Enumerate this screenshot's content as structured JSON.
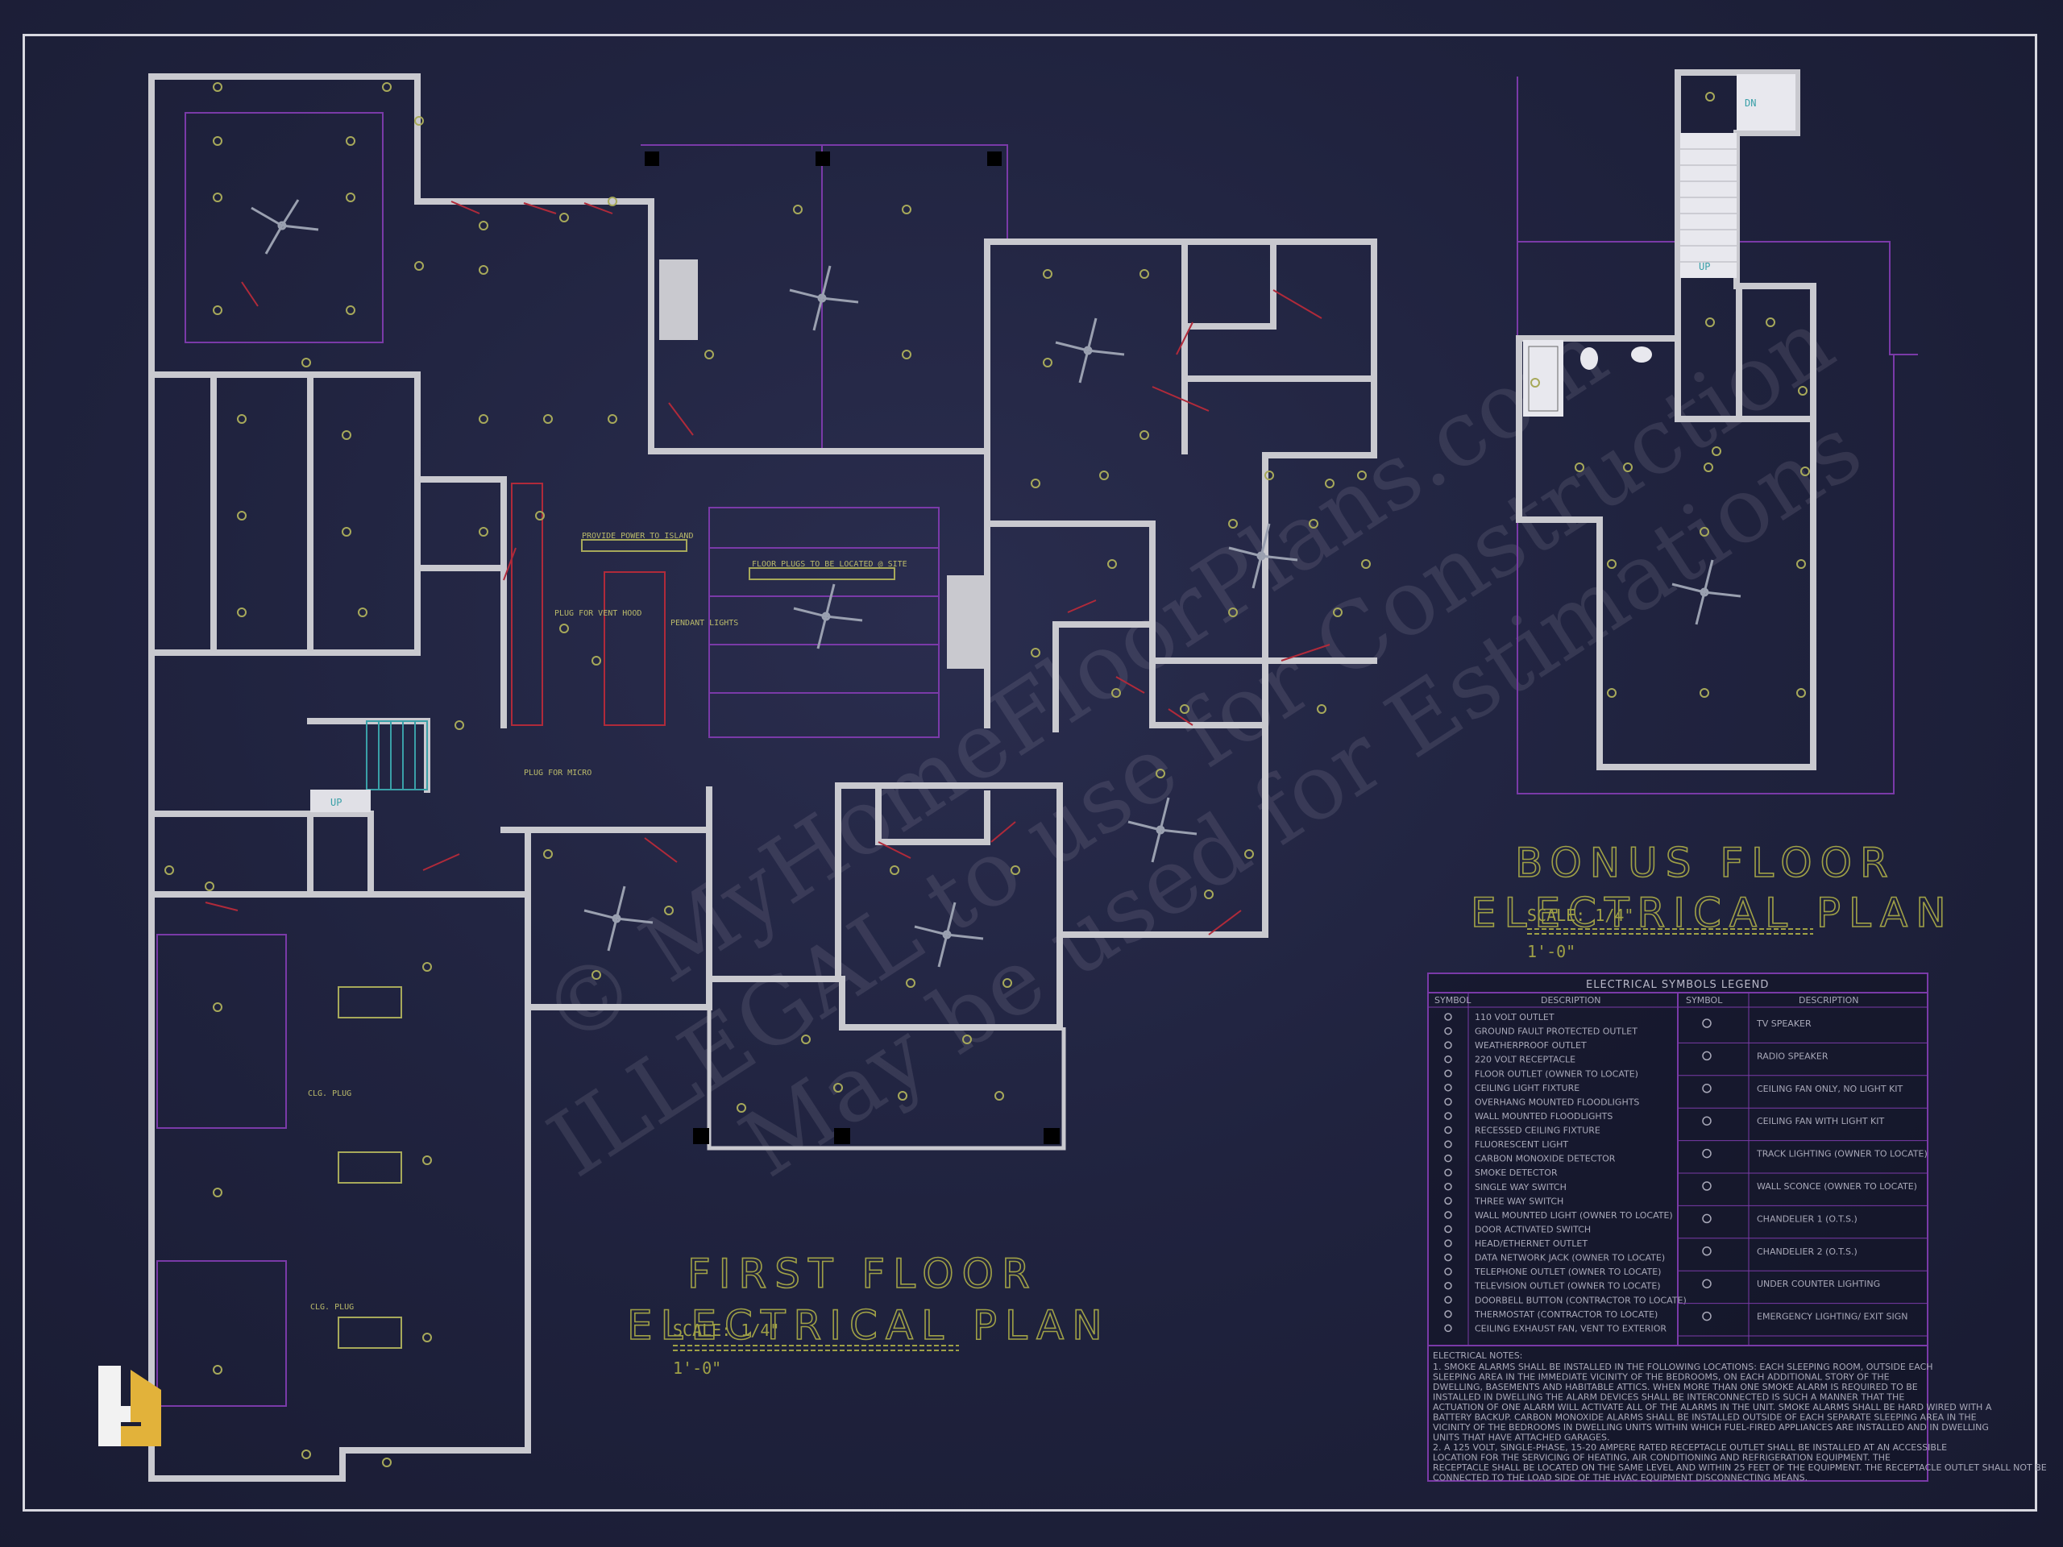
{
  "plans": {
    "first_floor": {
      "title_line1": "FIRST FLOOR",
      "title_line2": "ELECTRICAL PLAN",
      "scale_line1": "SCALE: 1/4\"",
      "scale_line2": "1'-0\""
    },
    "bonus_floor": {
      "title_line1": "BONUS FLOOR",
      "title_line2": "ELECTRICAL PLAN",
      "scale_line1": "SCALE: 1/4\"",
      "scale_line2": "1'-0\""
    }
  },
  "watermark": {
    "line1": "© MyHomeFloorPlans.com",
    "line2": "ILLEGAL to use for Construction",
    "line3": "May be used for Estimations"
  },
  "annotations": {
    "provide_power": "PROVIDE POWER TO ISLAND",
    "floor_plugs": "FLOOR PLUGS TO BE LOCATED @ SITE",
    "plug_vent_hood": "PLUG FOR VENT HOOD",
    "pendant_lights": "PENDANT LIGHTS",
    "plug_micro": "PLUG FOR MICRO",
    "clg_plug_1": "CLG. PLUG",
    "clg_plug_2": "CLG. PLUG",
    "stair_up": "UP",
    "stair_dn": "DN",
    "stair_up_bonus": "UP"
  },
  "legend": {
    "title": "ELECTRICAL SYMBOLS LEGEND",
    "col_symbol": "SYMBOL",
    "col_description": "DESCRIPTION",
    "left_items": [
      "110 VOLT OUTLET",
      "GROUND FAULT PROTECTED OUTLET",
      "WEATHERPROOF OUTLET",
      "220 VOLT RECEPTACLE",
      "FLOOR OUTLET (OWNER TO LOCATE)",
      "CEILING LIGHT FIXTURE",
      "OVERHANG MOUNTED FLOODLIGHTS",
      "WALL MOUNTED FLOODLIGHTS",
      "RECESSED CEILING FIXTURE",
      "FLUORESCENT LIGHT",
      "CARBON MONOXIDE DETECTOR",
      "SMOKE DETECTOR",
      "SINGLE WAY SWITCH",
      "THREE WAY SWITCH",
      "WALL MOUNTED LIGHT (OWNER TO LOCATE)",
      "DOOR ACTIVATED SWITCH",
      "HEAD/ETHERNET OUTLET",
      "DATA NETWORK JACK (OWNER TO LOCATE)",
      "TELEPHONE OUTLET (OWNER TO LOCATE)",
      "TELEVISION OUTLET (OWNER TO LOCATE)",
      "DOORBELL BUTTON (CONTRACTOR TO LOCATE)",
      "THERMOSTAT (CONTRACTOR TO LOCATE)",
      "CEILING EXHAUST FAN, VENT TO EXTERIOR"
    ],
    "right_items": [
      "TV SPEAKER",
      "RADIO SPEAKER",
      "CEILING FAN ONLY, NO LIGHT KIT",
      "CEILING FAN WITH LIGHT KIT",
      "TRACK LIGHTING (OWNER TO LOCATE)",
      "WALL SCONCE (OWNER TO LOCATE)",
      "CHANDELIER 1 (O.T.S.)",
      "CHANDELIER 2 (O.T.S.)",
      "UNDER COUNTER LIGHTING",
      "EMERGENCY LIGHTING/ EXIT SIGN"
    ]
  },
  "notes": {
    "heading": "ELECTRICAL NOTES:",
    "lines": [
      "1. SMOKE ALARMS SHALL BE INSTALLED IN THE FOLLOWING LOCATIONS: EACH SLEEPING ROOM, OUTSIDE EACH",
      "SLEEPING AREA IN THE IMMEDIATE VICINITY OF THE BEDROOMS, ON EACH ADDITIONAL STORY OF THE",
      "DWELLING, BASEMENTS AND HABITABLE ATTICS. WHEN MORE THAN ONE SMOKE ALARM IS REQUIRED TO BE",
      "INSTALLED IN DWELLING THE ALARM DEVICES SHALL BE INTERCONNECTED IS SUCH A MANNER THAT THE",
      "ACTUATION OF ONE ALARM WILL ACTIVATE ALL OF THE ALARMS IN THE UNIT. SMOKE ALARMS SHALL BE HARD WIRED WITH A",
      "BATTERY BACKUP. CARBON MONOXIDE ALARMS SHALL BE INSTALLED OUTSIDE OF EACH SEPARATE SLEEPING AREA IN THE",
      "VICINITY OF THE BEDROOMS IN DWELLING UNITS WITHIN WHICH FUEL-FIRED APPLIANCES ARE INSTALLED AND IN DWELLING",
      "UNITS THAT HAVE ATTACHED GARAGES.",
      "2. A 125 VOLT, SINGLE-PHASE, 15-20 AMPERE RATED RECEPTACLE OUTLET SHALL BE INSTALLED AT AN ACCESSIBLE",
      "LOCATION FOR THE SERVICING OF HEATING, AIR CONDITIONING AND REFRIGERATION EQUIPMENT. THE",
      "RECEPTACLE SHALL BE LOCATED ON THE SAME LEVEL AND WITHIN 25 FEET OF THE EQUIPMENT. THE RECEPTACLE OUTLET SHALL NOT BE",
      "CONNECTED TO THE LOAD SIDE OF THE HVAC EQUIPMENT DISCONNECTING MEANS."
    ]
  },
  "colors": {
    "wall": "#c9c9cf",
    "purple": "#7a3aa8",
    "red": "#b02a3a",
    "yellow": "#a7a95a",
    "logo": "#e2b23a"
  }
}
